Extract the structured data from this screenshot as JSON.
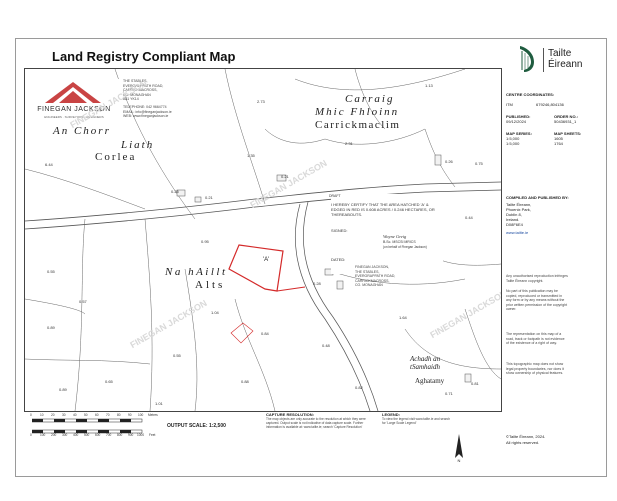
{
  "title": "Land Registry Compliant Map",
  "company": {
    "name": "FINEGAN JACKSON",
    "tagline": "ENGINEERS · SURVEYORS · DESIGNERS",
    "address_lines": [
      "THE STABLES,",
      "EVERGRAPPATH ROAD,",
      "CARRICKMACROSS,",
      "CO. MONAGHAN",
      "A81 YK14"
    ],
    "contact_lines": [
      "TELEPHONE: 042 9664774",
      "EMAIL: info@fineganjackson.ie",
      "WEB: www.fineganjackson.ie"
    ]
  },
  "townlands": [
    {
      "id": "carraig",
      "text": "Carraig"
    },
    {
      "id": "mhic",
      "text": "Mhic Fhloinn"
    },
    {
      "id": "carrickmaclim",
      "text": "Carrickmaclim"
    },
    {
      "id": "anchorr",
      "text": "An Chorr"
    },
    {
      "id": "liath",
      "text": "Liath"
    },
    {
      "id": "corlea",
      "text": "Corlea"
    },
    {
      "id": "nahaillt",
      "text": "Na hAillt"
    },
    {
      "id": "alts",
      "text": "Alts"
    },
    {
      "id": "achadh",
      "text": "Achadh an tSamhaidh"
    },
    {
      "id": "aghatamy",
      "text": "Aghatamy"
    }
  ],
  "parcel_areas": [
    "1.13",
    "2.73",
    "2.31",
    "1.35",
    "6.44",
    "0.26",
    "0.75",
    "0.25",
    "0.21",
    "0.21",
    "0.44",
    "0.95",
    "0.55",
    "0.57",
    "0.28",
    "0.89",
    "1.04",
    "1.64",
    "0.84",
    "0.55",
    "0.48",
    "0.88",
    "0.82",
    "0.71",
    "0.81",
    "0.89",
    "0.65",
    "1.01"
  ],
  "site_label": "'A'",
  "certificate": {
    "draft": "DRAFT",
    "text": "I HEREBY CERTIFY THAT THE AREA HATCHED 'A' & EDGED IN RED IS 0.608 ACRES / 0.246 HECTARES, OR THEREABOUTS.",
    "signed": "SIGNED:",
    "signature": "Wayne Greig",
    "qual": "B.Sc. MSCSI MRICS",
    "behalf": "(on behalf of Finegan Jackson)",
    "dated": "DATED:",
    "address_lines": [
      "FINEGAN JACKSON,",
      "THE STABLES,",
      "EVERGRAPPATH ROAD,",
      "CARRICKMACROSS,",
      "CO. MONAGHAN"
    ]
  },
  "scale": {
    "metres_label": "Metres",
    "feet_label": "Feet",
    "metre_ticks": [
      "0",
      "10",
      "20",
      "30",
      "40",
      "50",
      "60",
      "70",
      "80",
      "90",
      "100"
    ],
    "feet_ticks": [
      "0",
      "100",
      "200",
      "300",
      "400",
      "500",
      "600",
      "700",
      "800",
      "900",
      "1000"
    ],
    "output_scale": "OUTPUT SCALE: 1:2,500"
  },
  "capture": {
    "heading": "CAPTURE RESOLUTION:",
    "text": "The map objects are only accurate to the resolution at which they were captured. Output scale is not indicative of data capture scale. Further information is available at: www.tailte.ie; search 'Capture Resolution'"
  },
  "legend": {
    "heading": "LEGEND:",
    "text": "To view the legend visit www.tailte.ie and search for 'Large Scale Legend'"
  },
  "side": {
    "brand_line1": "Tailte",
    "brand_line2": "Éireann",
    "centre_coords_label": "CENTRE COORDINATES:",
    "itm_label": "ITM",
    "itm_value": "679246,804136",
    "published_label": "PUBLISHED:",
    "published_value": "09/12/2024",
    "order_no_label": "ORDER NO.:",
    "order_no_value": "50436931_1",
    "map_series_label": "MAP SERIES:",
    "map_series_values": [
      "1:5,000",
      "1:5,000"
    ],
    "map_sheets_label": "MAP SHEETS:",
    "map_sheets_values": [
      "1605",
      "1764"
    ],
    "compiled_heading": "COMPILED AND PUBLISHED BY:",
    "compiled_lines": [
      "Tailte Éireann,",
      "Phoenix Park,",
      "Dublin 8,",
      "Ireland.",
      "D08F6E4"
    ],
    "website": "www.tailte.ie",
    "notice1": "Any unauthorised reproduction infringes Tailte Éireann copyright.",
    "notice2": "No part of this publication may be copied, reproduced or transmitted in any form or by any means without the prior written permission of the copyright owner.",
    "notice3": "The representation on this map of a road, track or footpath is not evidence of the existence of a right of way.",
    "notice4": "This topographic map does not show legal property boundaries, nor does it show ownership of physical features.",
    "copyright": "©Tailte Éireann, 2024.",
    "rights": "All rights reserved."
  },
  "colors": {
    "site_outline": "#d42a2a",
    "brand_green": "#1f5c3f",
    "frame": "#9a9a9a"
  }
}
